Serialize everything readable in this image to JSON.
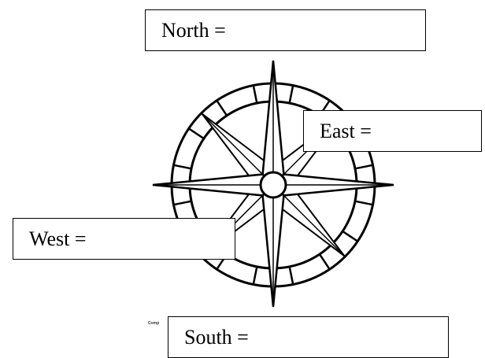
{
  "labels": {
    "north": "North =",
    "east": "East =",
    "west": "West =",
    "south": "South ="
  },
  "caption": "Comp",
  "compass": {
    "icon": "compass-rose-icon",
    "line_color": "#000000",
    "fill_color": "#ffffff"
  }
}
